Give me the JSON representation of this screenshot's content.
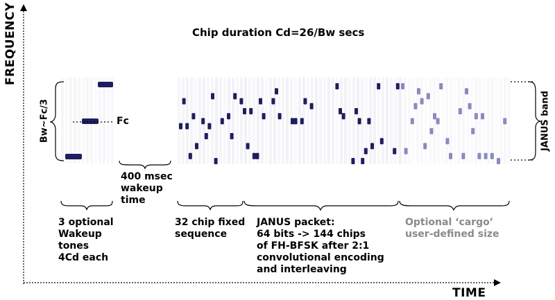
{
  "title": "Chip duration Cd=26/Bw secs",
  "axes": {
    "y_label": "FREQUENCY",
    "x_label": "TIME"
  },
  "labels": {
    "bandwidth": "Bw~Fc/3",
    "carrier": "Fc",
    "janus_band": "JANUS band"
  },
  "wakeup_gap": [
    "400 msec",
    "wakeup",
    "time"
  ],
  "segments": [
    {
      "lines": [
        "3 optional",
        "Wakeup",
        "tones",
        "4Cd each"
      ],
      "muted": false
    },
    {
      "lines": [
        "32 chip fixed",
        "sequence"
      ],
      "muted": false
    },
    {
      "lines": [
        "JANUS packet:",
        "64 bits -> 144 chips",
        "of FH-BFSK after 2:1",
        "convolutional encoding",
        "and interleaving"
      ],
      "muted": false
    },
    {
      "lines": [
        "Optional ‘cargo’",
        "user-defined size"
      ],
      "muted": true
    }
  ],
  "colors": {
    "chip_dark": "#1e1e60",
    "chip_light": "#8a8ac0",
    "label_muted": "#8a8a8a",
    "axis": "#000000"
  }
}
